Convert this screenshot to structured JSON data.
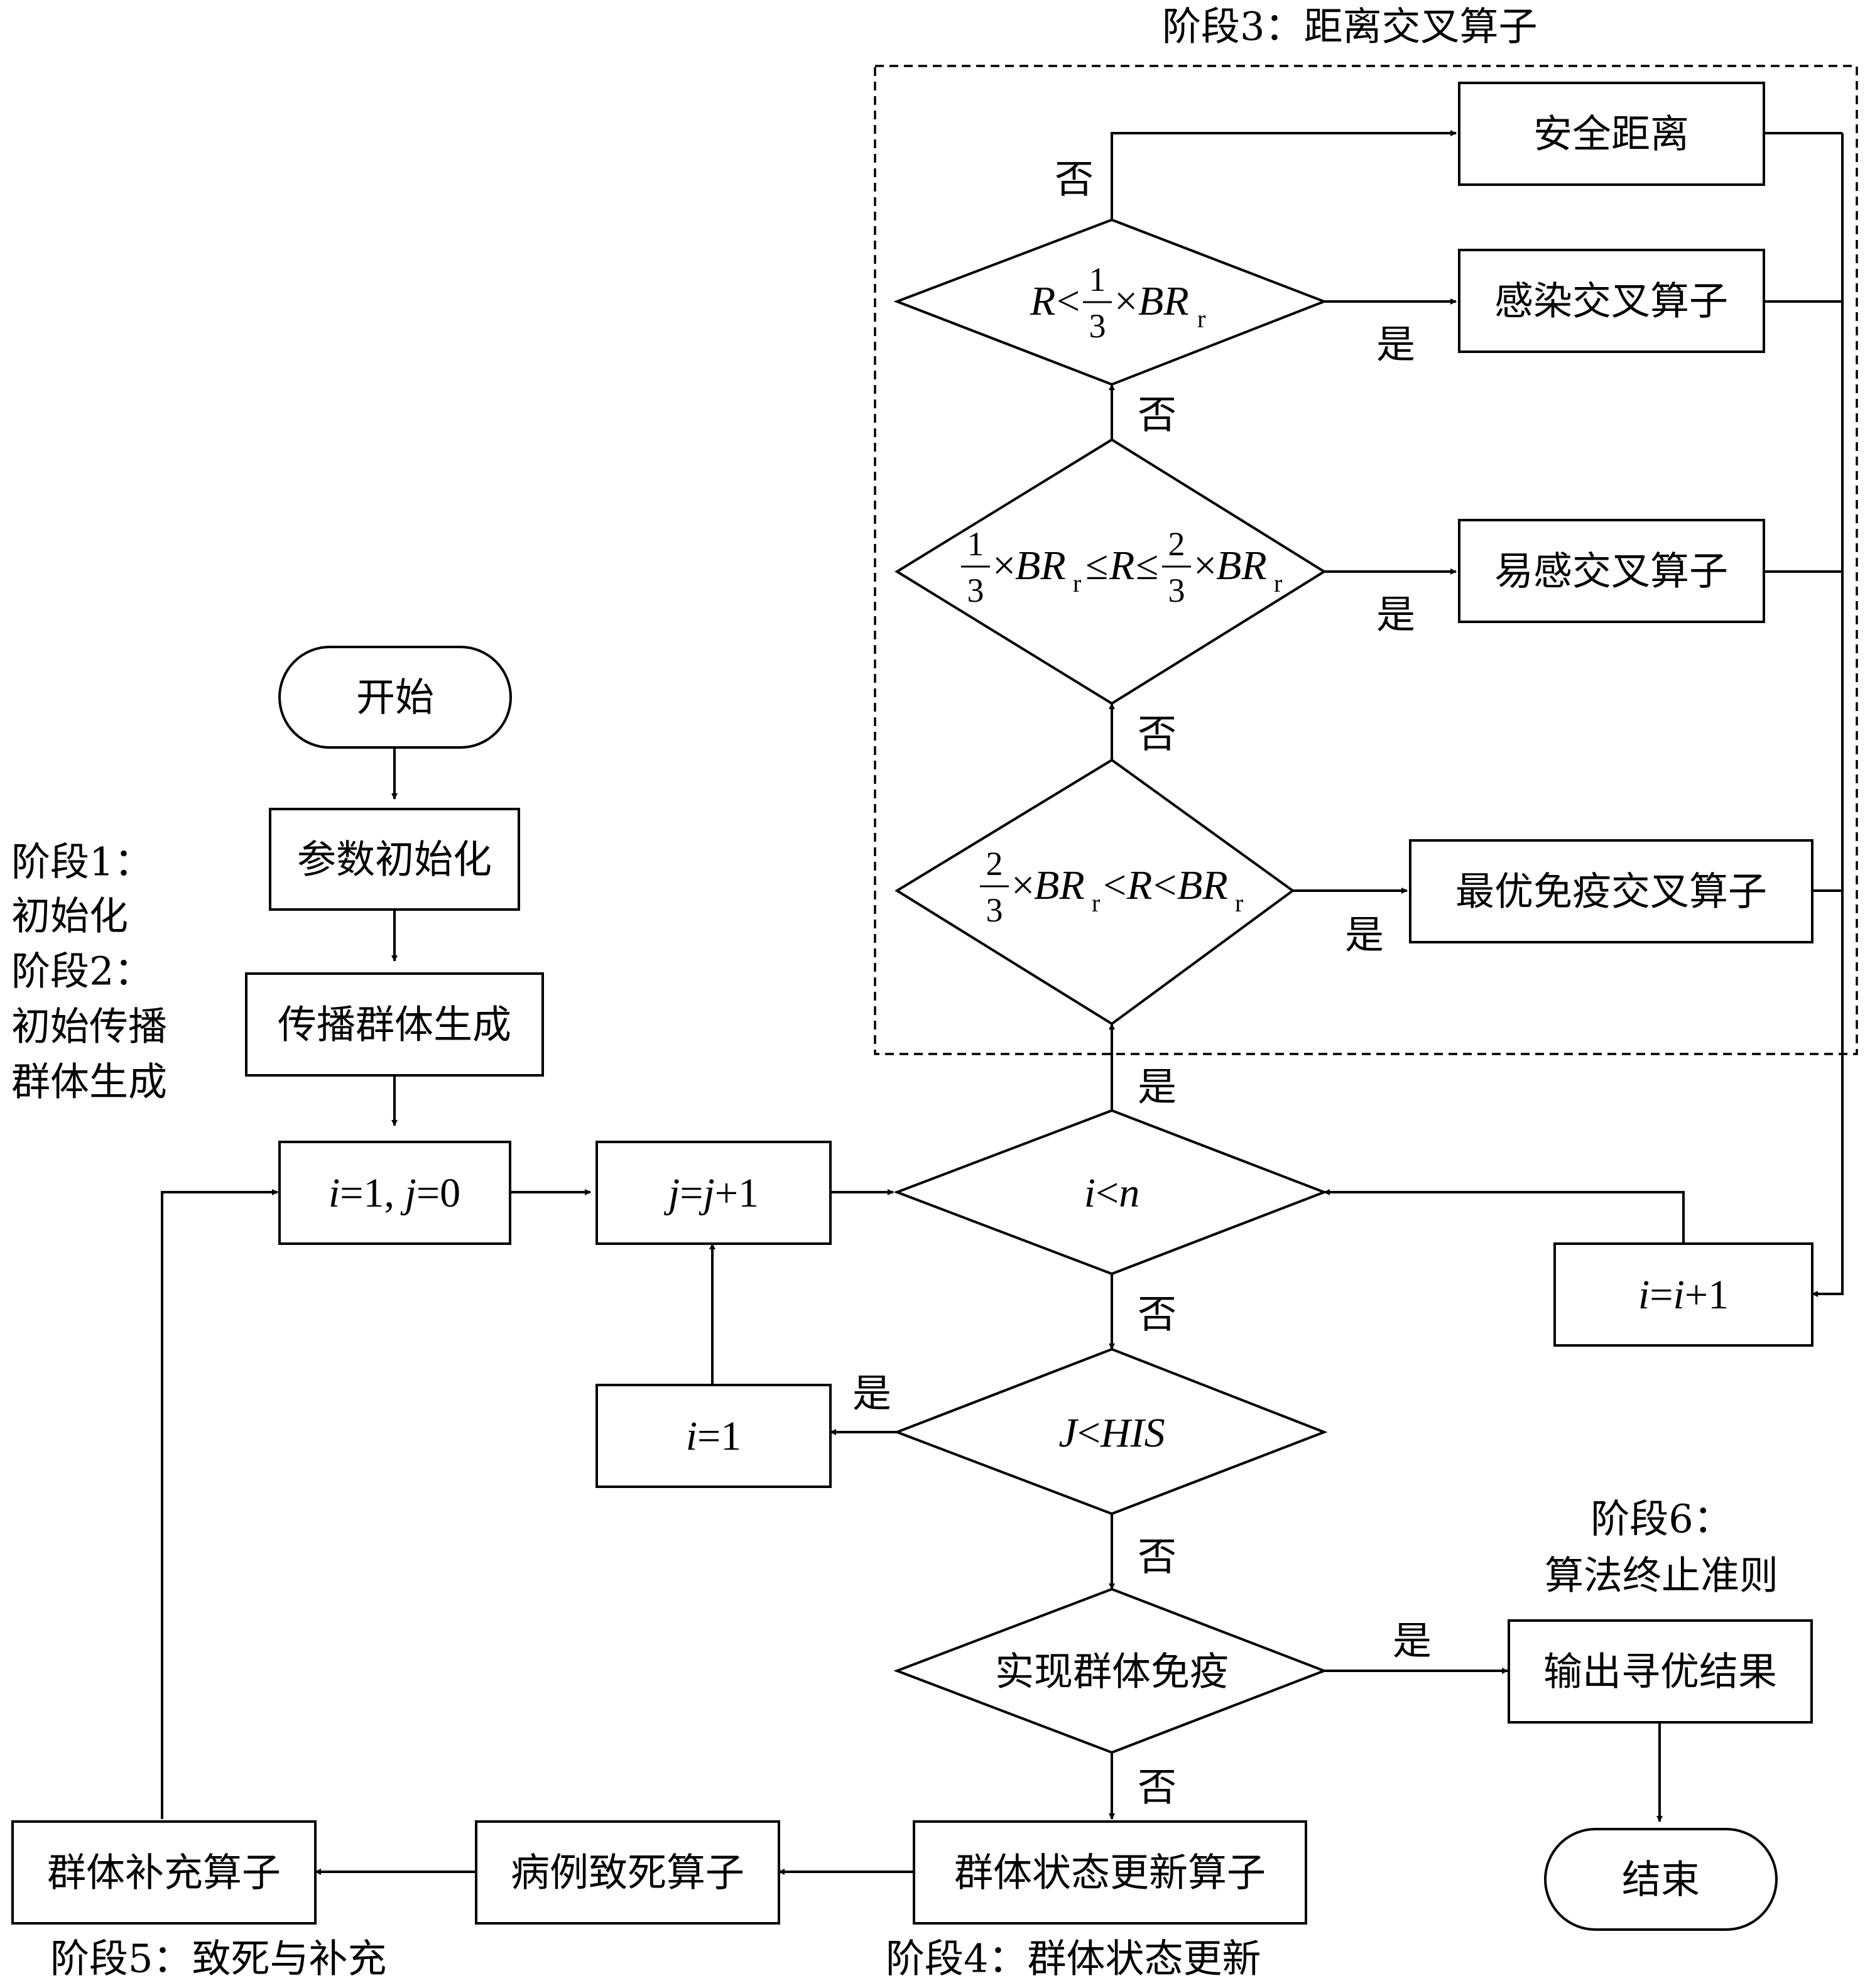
{
  "stages": {
    "s1": [
      "阶段1：",
      "初始化"
    ],
    "s2": [
      "阶段2：",
      "初始传播",
      "群体生成"
    ],
    "s3": "阶段3：距离交叉算子",
    "s4": "阶段4：群体状态更新",
    "s5": "阶段5：致死与补充",
    "s6": [
      "阶段6：",
      "算法终止准则"
    ]
  },
  "nodes": {
    "start": "开始",
    "param_init": "参数初始化",
    "pop_gen": "传播群体生成",
    "init_ij": {
      "a": "i",
      "b": "=1, ",
      "c": "j",
      "d": "=0"
    },
    "j_inc": {
      "a": "j",
      "b": "=",
      "c": "j",
      "d": "+1"
    },
    "cond_in": {
      "a": "i",
      "b": "<",
      "c": "n"
    },
    "i_inc": {
      "a": "i",
      "b": "=",
      "c": "i",
      "d": "+1"
    },
    "i_reset": {
      "a": "i",
      "b": "=1"
    },
    "cond_his": {
      "a": "J",
      "b": "<",
      "c": "HIS"
    },
    "cond_immune": "实现群体免疫",
    "output": "输出寻优结果",
    "end": "结束",
    "state_update": "群体状态更新算子",
    "case_death": "病例致死算子",
    "pop_replenish": "群体补充算子",
    "safe_dist": "安全距离",
    "infect_cross": "感染交叉算子",
    "suscept_cross": "易感交叉算子",
    "best_immune_cross": "最优免疫交叉算子",
    "cond_r1": {
      "R": "R",
      "lt": "<",
      "one": "1",
      "three": "3",
      "times": "×",
      "BR": "BR",
      "sub": "r"
    },
    "cond_r2": {
      "one": "1",
      "two": "2",
      "three": "3",
      "times": "×",
      "BR": "BR",
      "sub": "r",
      "le": "≤",
      "R": "R"
    },
    "cond_r3": {
      "two": "2",
      "three": "3",
      "times": "×",
      "BR": "BR",
      "sub": "r",
      "lt": "<",
      "R": "R"
    }
  },
  "edge_labels": {
    "yes": "是",
    "no": "否"
  }
}
